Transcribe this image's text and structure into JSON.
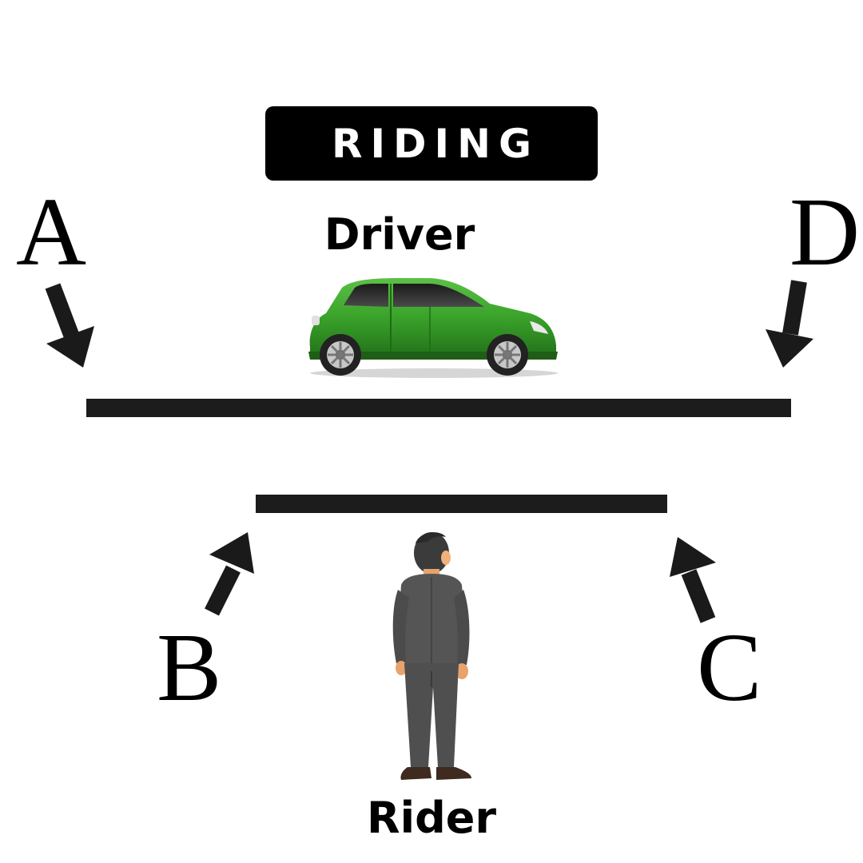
{
  "title": "RIDING",
  "roles": {
    "driver": "Driver",
    "rider": "Rider"
  },
  "points": {
    "a": "A",
    "b": "B",
    "c": "C",
    "d": "D"
  },
  "colors": {
    "car_body": "#3aa32a",
    "lane": "#1c1c1c",
    "suit": "#555555"
  },
  "icons": {
    "car": "car-icon",
    "person": "person-icon",
    "arrow": "arrow-icon"
  }
}
